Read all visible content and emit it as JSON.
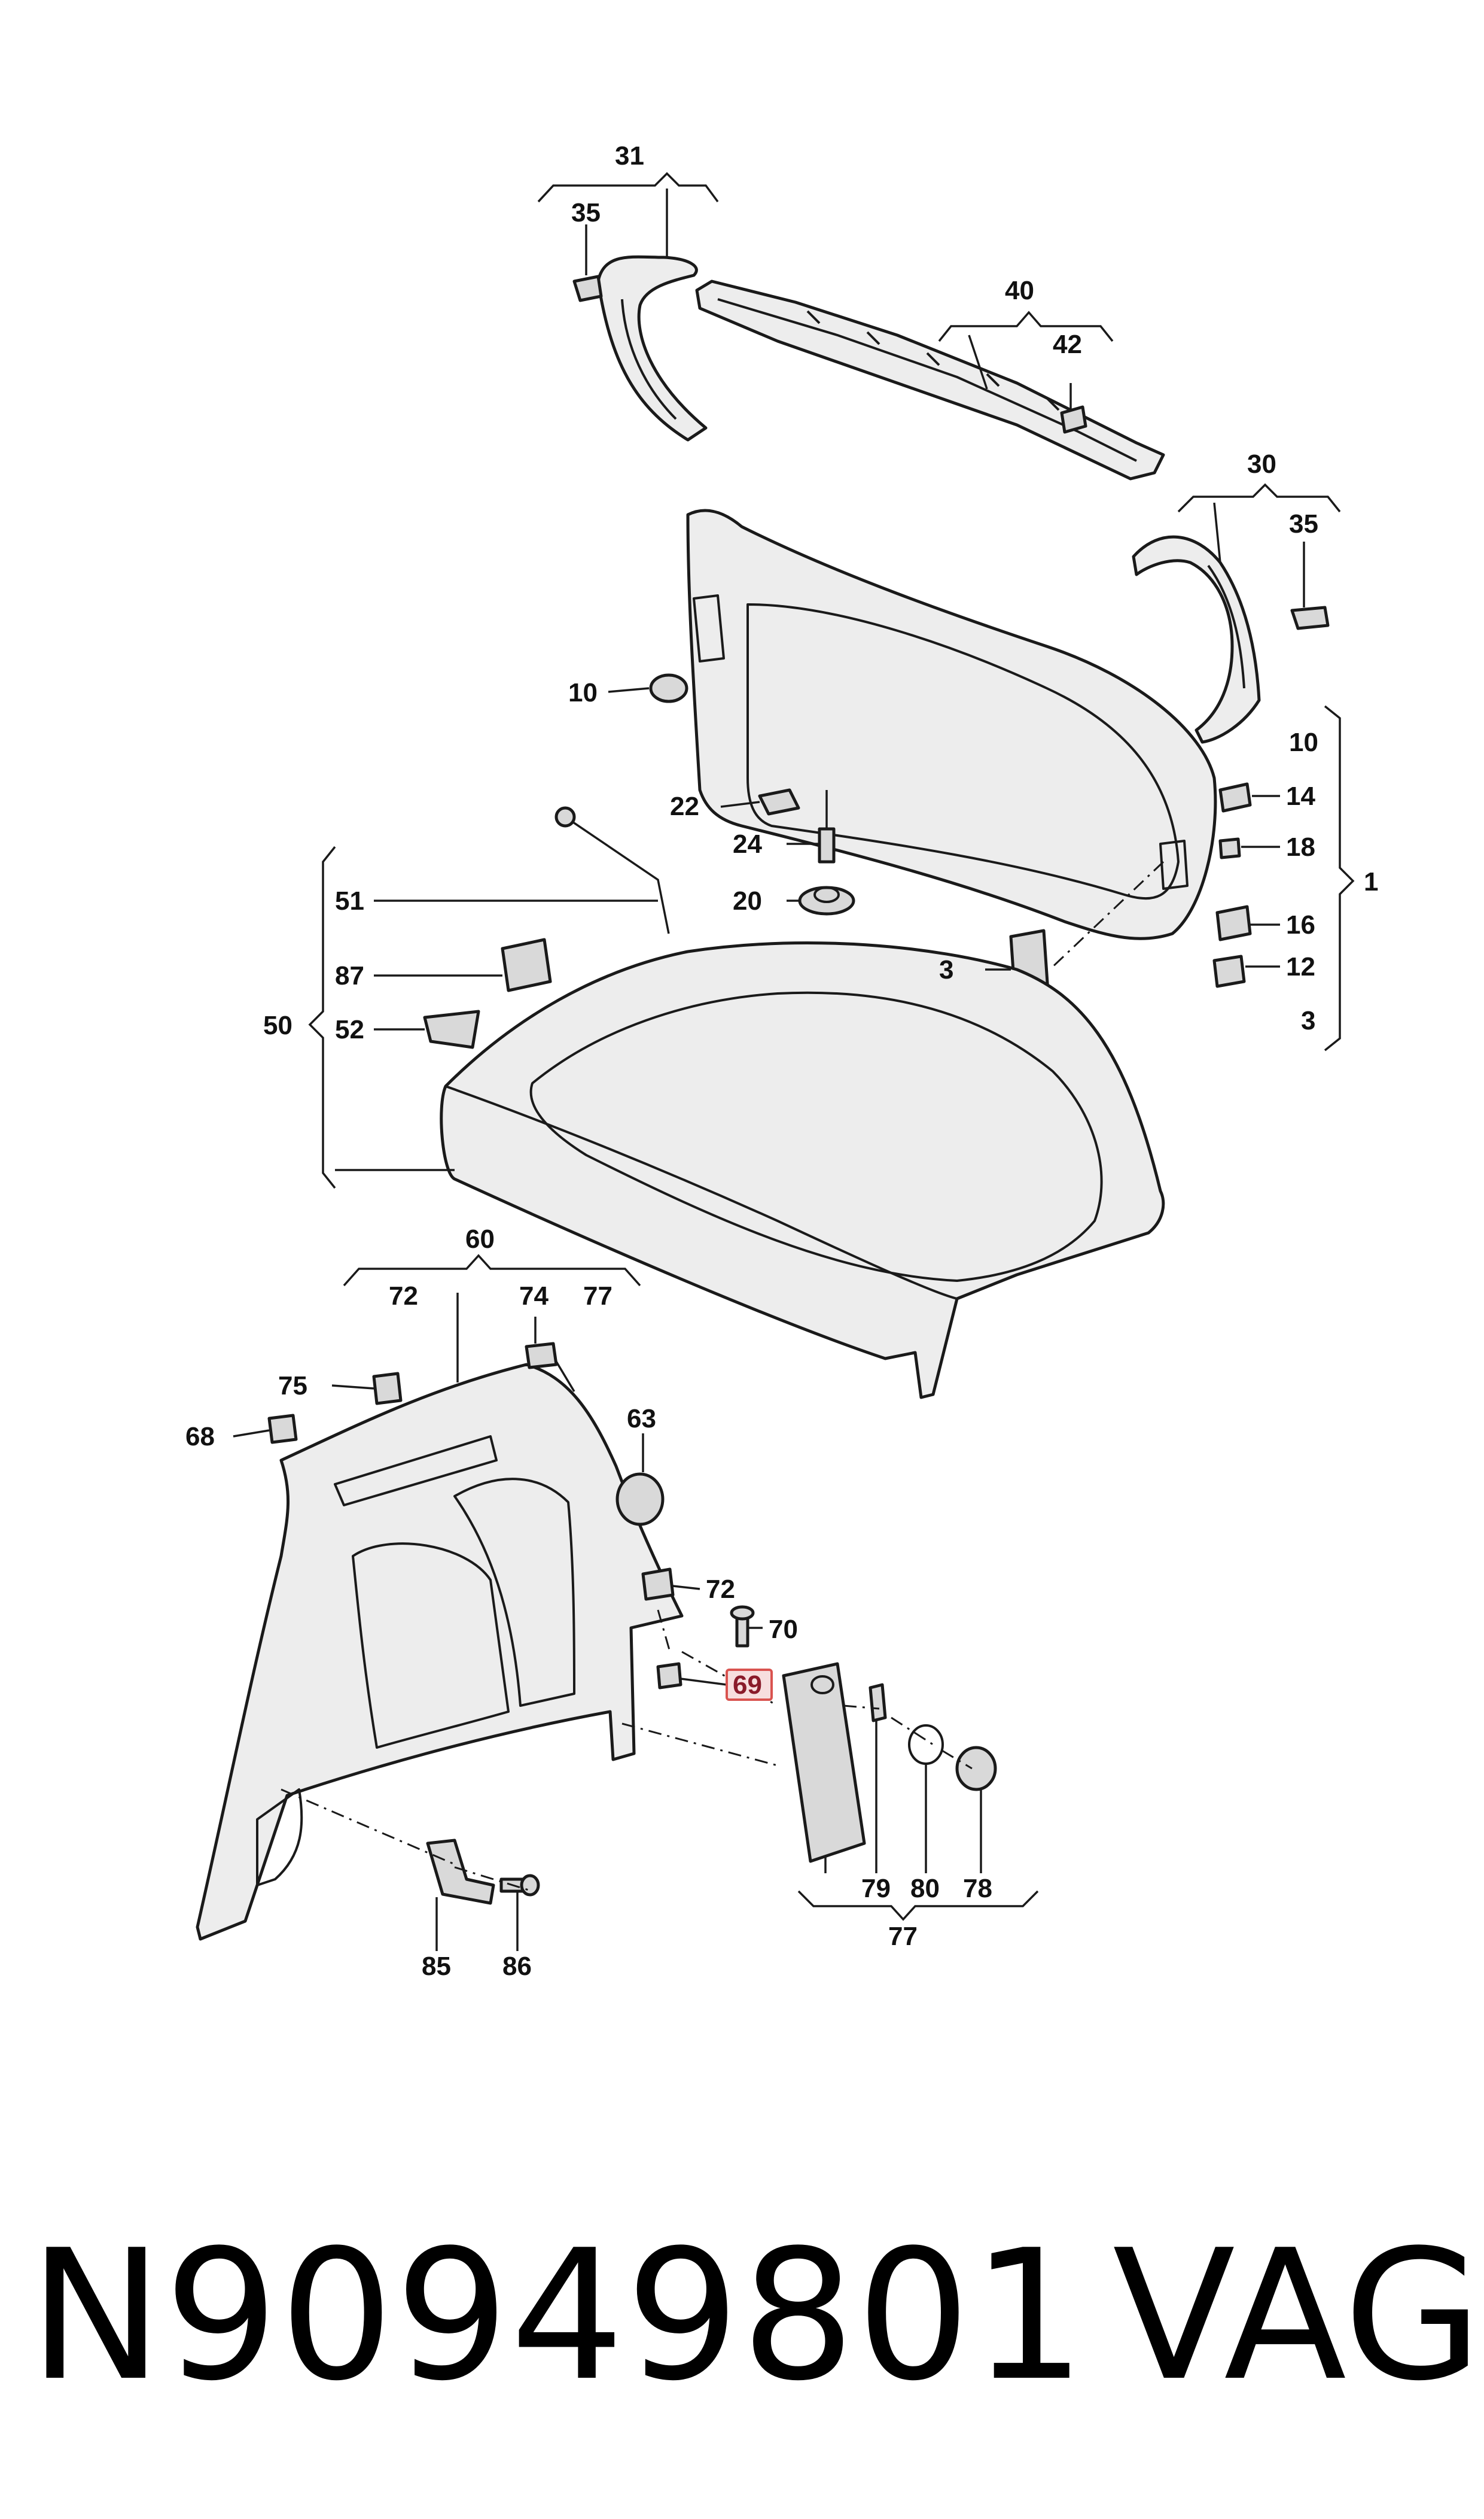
{
  "diagram": {
    "callouts": {
      "c31": "31",
      "c35a": "35",
      "c40": "40",
      "c42": "42",
      "c30": "30",
      "c35b": "35",
      "c10a": "10",
      "c10b": "10",
      "c14": "14",
      "c18": "18",
      "c1": "1",
      "c16": "16",
      "c12": "12",
      "c3a": "3",
      "c3b": "3",
      "c22": "22",
      "c24": "24",
      "c20": "20",
      "c51": "51",
      "c87": "87",
      "c50": "50",
      "c52": "52",
      "c60": "60",
      "c72a": "72",
      "c74": "74",
      "c77a": "77",
      "c75": "75",
      "c68": "68",
      "c63": "63",
      "c72b": "72",
      "c70": "70",
      "c69": "69",
      "c79": "79",
      "c80": "80",
      "c78": "78",
      "c77b": "77",
      "c85": "85",
      "c86": "86"
    },
    "highlight": {
      "part": "69",
      "border_color": "#d9534f",
      "fill_color": "#f7dede"
    }
  },
  "footer": {
    "part_number": "N90949801",
    "brand": "VAG"
  }
}
